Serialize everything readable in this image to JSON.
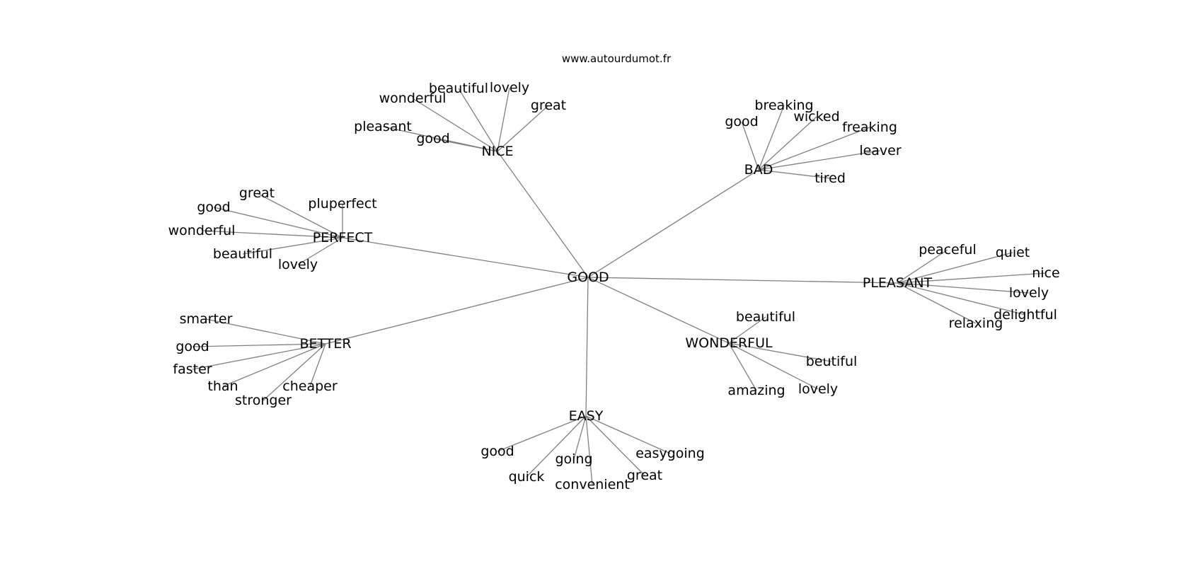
{
  "source": "www.autourdumot.fr",
  "graph": {
    "root": "GOOD",
    "branches": [
      {
        "hub": "NICE",
        "words": [
          "beautiful",
          "lovely",
          "wonderful",
          "great",
          "pleasant",
          "good"
        ]
      },
      {
        "hub": "BAD",
        "words": [
          "breaking",
          "good",
          "wicked",
          "freaking",
          "leaver",
          "tired"
        ]
      },
      {
        "hub": "PERFECT",
        "words": [
          "great",
          "good",
          "pluperfect",
          "wonderful",
          "beautiful",
          "lovely"
        ]
      },
      {
        "hub": "PLEASANT",
        "words": [
          "peaceful",
          "quiet",
          "nice",
          "lovely",
          "delightful",
          "relaxing"
        ]
      },
      {
        "hub": "BETTER",
        "words": [
          "smarter",
          "good",
          "faster",
          "than",
          "cheaper",
          "stronger"
        ]
      },
      {
        "hub": "WONDERFUL",
        "words": [
          "beautiful",
          "beutiful",
          "amazing",
          "lovely"
        ]
      },
      {
        "hub": "EASY",
        "words": [
          "good",
          "easygoing",
          "going",
          "quick",
          "great",
          "convenient"
        ]
      }
    ]
  }
}
